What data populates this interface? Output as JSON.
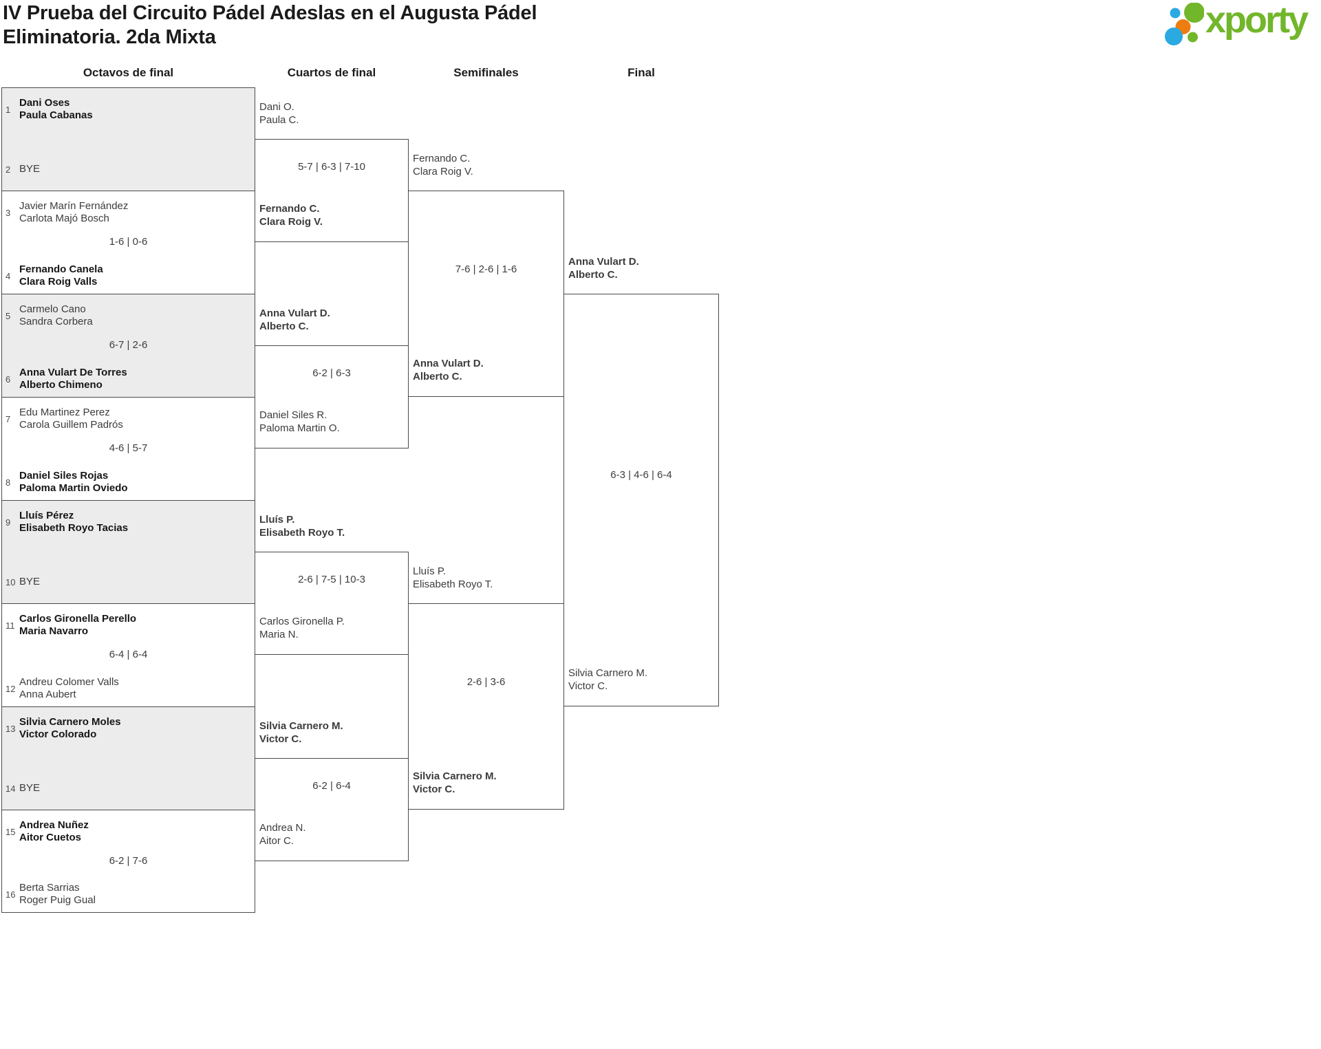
{
  "header": {
    "title_line1": "IV Prueba del Circuito Pádel Adeslas en el Augusta Pádel",
    "title_line2": "Eliminatoria. 2da Mixta",
    "logo_text": "xporty"
  },
  "columns": [
    "Octavos de final",
    "Cuartos de final",
    "Semifinales",
    "Final"
  ],
  "colors": {
    "brand_green": "#72b62b",
    "brand_blue": "#2ba9e1",
    "brand_orange": "#ee7d11",
    "shaded_match": "#ececec",
    "bracket_line": "#4a4a4a",
    "text": "#3c3c3c"
  },
  "octavos": [
    {
      "seed_a": "1",
      "player_a1": "Dani Oses",
      "player_a2": "Paula Cabanas",
      "seed_b": "2",
      "team_b": "BYE",
      "winner": "a"
    },
    {
      "seed_a": "3",
      "player_a1": "Javier Marín Fernández",
      "player_a2": "Carlota Majó Bosch",
      "score": "1-6 | 0-6",
      "seed_b": "4",
      "player_b1": "Fernando Canela",
      "player_b2": "Clara Roig Valls",
      "winner": "b"
    },
    {
      "seed_a": "5",
      "player_a1": "Carmelo Cano",
      "player_a2": "Sandra Corbera",
      "score": "6-7 | 2-6",
      "seed_b": "6",
      "player_b1": "Anna Vulart De Torres",
      "player_b2": "Alberto Chimeno",
      "winner": "b"
    },
    {
      "seed_a": "7",
      "player_a1": "Edu Martinez Perez",
      "player_a2": "Carola Guillem Padrós",
      "score": "4-6 | 5-7",
      "seed_b": "8",
      "player_b1": "Daniel Siles Rojas",
      "player_b2": "Paloma Martin Oviedo",
      "winner": "b"
    },
    {
      "seed_a": "9",
      "player_a1": "Lluís Pérez",
      "player_a2": "Elisabeth Royo Tacias",
      "seed_b": "10",
      "team_b": "BYE",
      "winner": "a"
    },
    {
      "seed_a": "11",
      "player_a1": "Carlos Gironella Perello",
      "player_a2": "Maria Navarro",
      "score": "6-4 | 6-4",
      "seed_b": "12",
      "player_b1": "Andreu Colomer Valls",
      "player_b2": "Anna Aubert",
      "winner": "a"
    },
    {
      "seed_a": "13",
      "player_a1": "Silvia Carnero Moles",
      "player_a2": "Victor Colorado",
      "seed_b": "14",
      "team_b": "BYE",
      "winner": "a"
    },
    {
      "seed_a": "15",
      "player_a1": "Andrea Nuñez",
      "player_a2": "Aitor Cuetos",
      "score": "6-2 | 7-6",
      "seed_b": "16",
      "player_b1": "Berta Sarrias",
      "player_b2": "Roger Puig Gual",
      "winner": "a"
    }
  ],
  "cuartos": [
    {
      "top1": "Dani O.",
      "top2": "Paula C.",
      "score": "5-7 | 6-3 | 7-10",
      "bottom1": "Fernando C.",
      "bottom2": "Clara Roig V.",
      "winner": "bottom"
    },
    {
      "top1": "Anna Vulart D.",
      "top2": "Alberto C.",
      "score": "6-2 | 6-3",
      "bottom1": "Daniel Siles R.",
      "bottom2": "Paloma Martin O.",
      "winner": "top"
    },
    {
      "top1": "Lluís P.",
      "top2": "Elisabeth Royo T.",
      "score": "2-6 | 7-5 | 10-3",
      "bottom1": "Carlos Gironella P.",
      "bottom2": "Maria N.",
      "winner": "top"
    },
    {
      "top1": "Silvia Carnero M.",
      "top2": "Victor C.",
      "score": "6-2 | 6-4",
      "bottom1": "Andrea N.",
      "bottom2": "Aitor C.",
      "winner": "top"
    }
  ],
  "semifinales": [
    {
      "top1": "Fernando C.",
      "top2": "Clara Roig V.",
      "score": "7-6 | 2-6 | 1-6",
      "bottom1": "Anna Vulart D.",
      "bottom2": "Alberto C.",
      "winner": "bottom"
    },
    {
      "top1": "Lluís P.",
      "top2": "Elisabeth Royo T.",
      "score": "2-6 | 3-6",
      "bottom1": "Silvia Carnero M.",
      "bottom2": "Victor C.",
      "winner": "bottom"
    }
  ],
  "final": [
    {
      "top1": "Anna Vulart D.",
      "top2": "Alberto C.",
      "score": "6-3 | 4-6 | 6-4",
      "bottom1": "Silvia Carnero M.",
      "bottom2": "Victor C.",
      "winner": "top"
    }
  ]
}
